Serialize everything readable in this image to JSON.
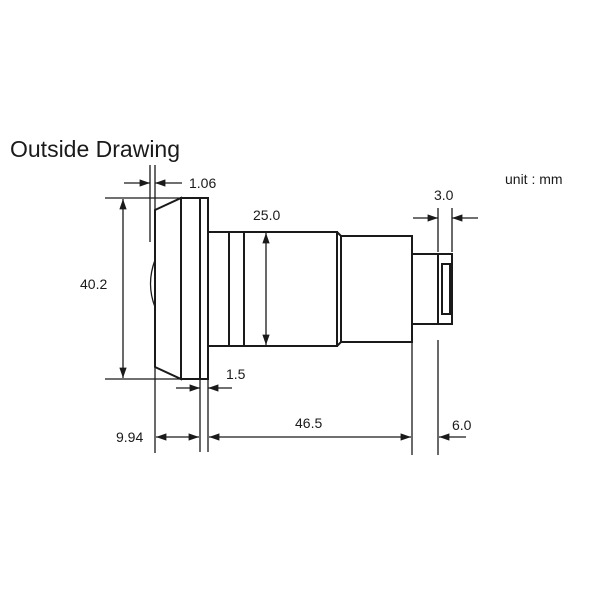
{
  "title": "Outside Drawing",
  "unit": "unit : mm",
  "dimensions": {
    "front_offset": "1.06",
    "outer_diameter": "40.2",
    "barrel_diameter": "25.0",
    "connector_width": "3.0",
    "flange_thickness": "1.5",
    "front_length": "9.94",
    "body_length": "46.5",
    "back_offset": "6.0"
  },
  "colors": {
    "line": "#1a1a1a",
    "background": "#ffffff"
  }
}
